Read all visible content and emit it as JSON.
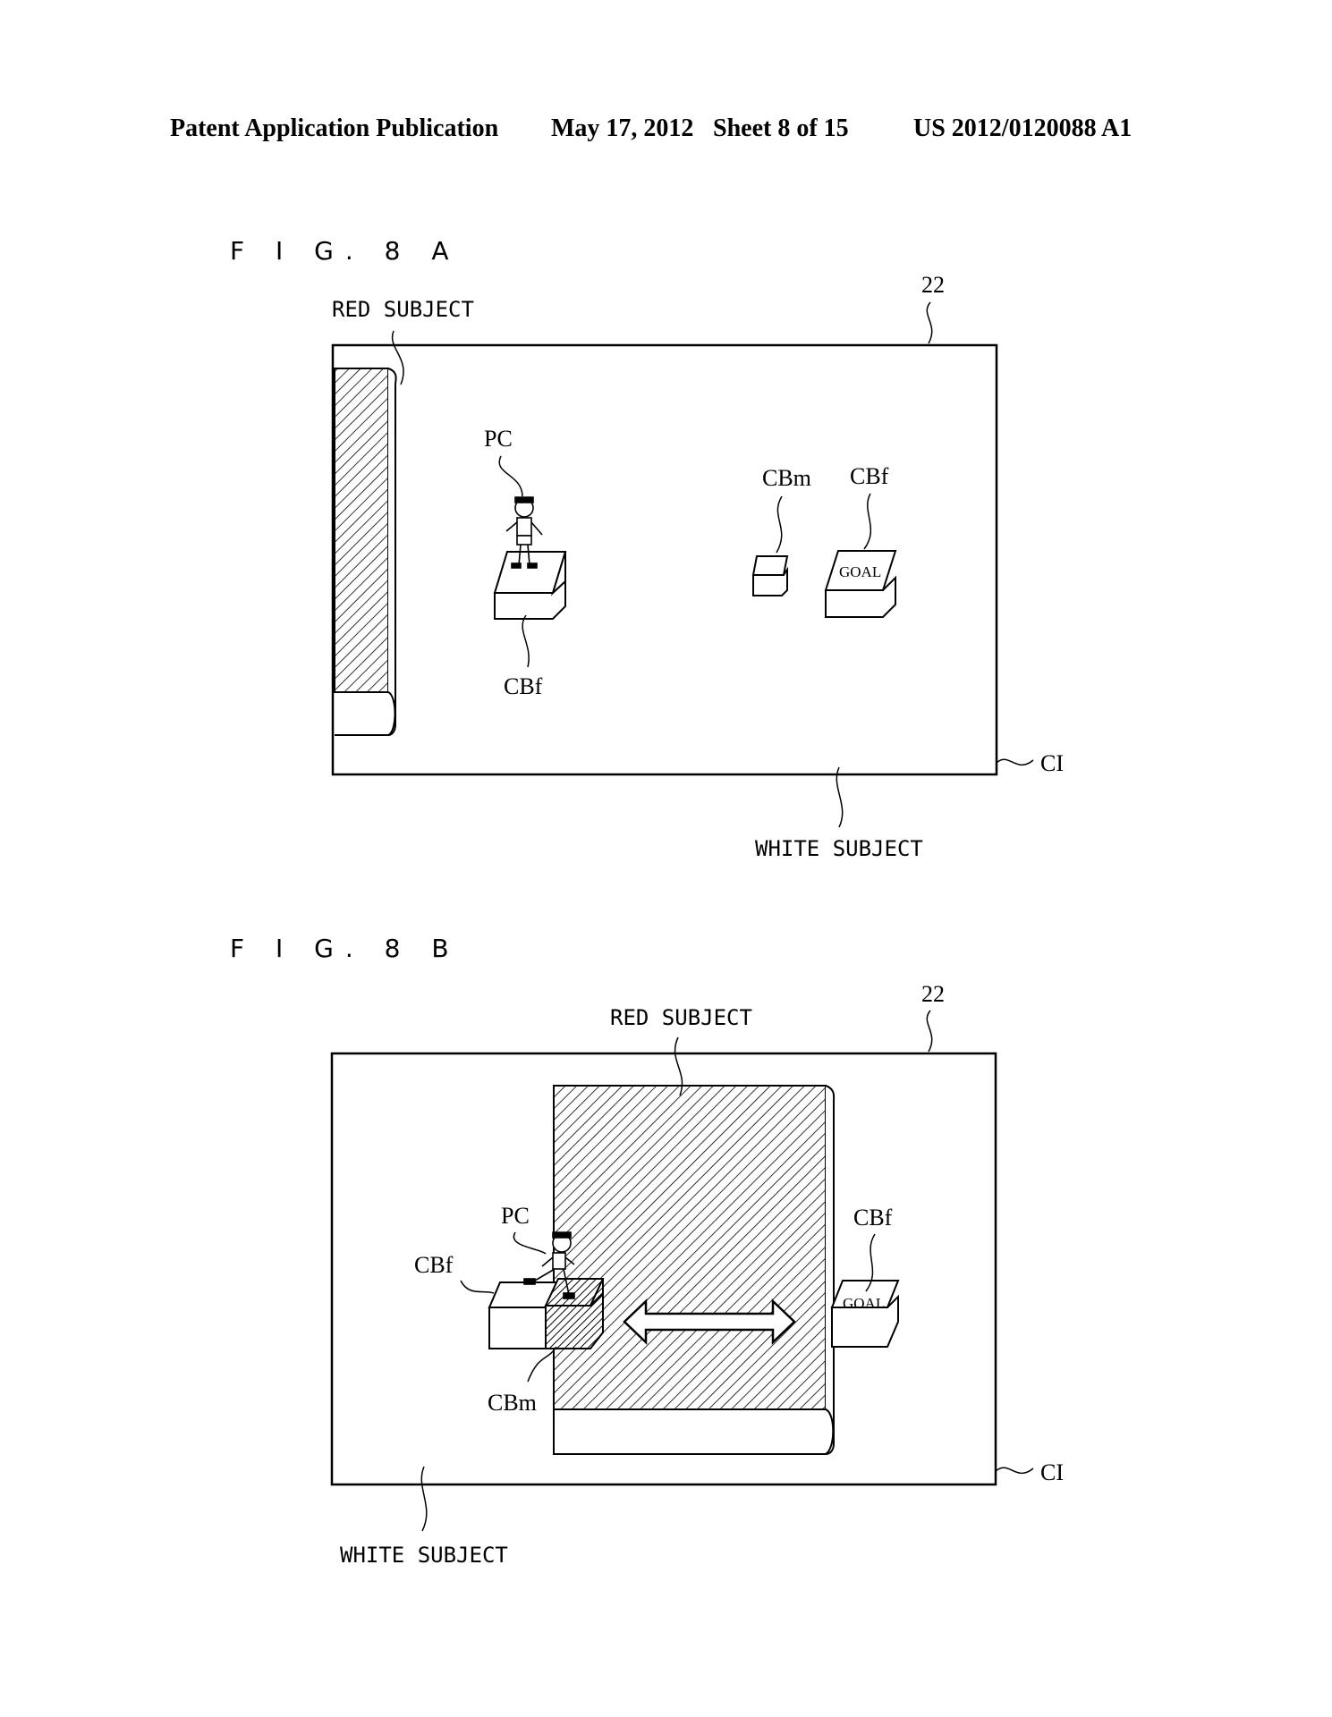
{
  "header": {
    "publication": "Patent Application Publication",
    "date": "May 17, 2012",
    "sheet": "Sheet 8 of 15",
    "number": "US 2012/0120088 A1"
  },
  "fig8a": {
    "title": "F I G. 8 A",
    "ref_screen": "22",
    "ref_image": "CI",
    "red_subject": "RED SUBJECT",
    "white_subject": "WHITE SUBJECT",
    "player": "PC",
    "fixed_block": "CBf",
    "moving_block": "CBm",
    "goal_block": "CBf",
    "goal_text": "GOAL"
  },
  "fig8b": {
    "title": "F I G. 8 B",
    "ref_screen": "22",
    "ref_image": "CI",
    "red_subject": "RED SUBJECT",
    "white_subject": "WHITE SUBJECT",
    "player": "PC",
    "fixed_block": "CBf",
    "moving_block": "CBm",
    "goal_block": "CBf",
    "goal_text": "GOAL"
  }
}
